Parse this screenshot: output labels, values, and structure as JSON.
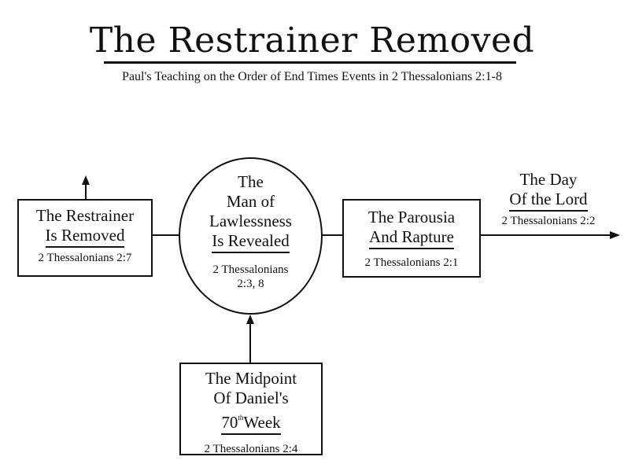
{
  "title": "The Restrainer Removed",
  "subtitle": "Paul's Teaching on the Order of End Times Events in 2 Thessalonians 2:1-8",
  "nodes": {
    "restrainer": {
      "line1": "The Restrainer",
      "line2": "Is Removed",
      "ref": "2 Thessalonians 2:7"
    },
    "man_of_lawlessness": {
      "line1": "The",
      "line2": "Man of",
      "line3": "Lawlessness",
      "line4": "Is Revealed",
      "ref1": "2 Thessalonians",
      "ref2": "2:3, 8"
    },
    "parousia": {
      "line1": "The Parousia",
      "line2": "And Rapture",
      "ref": "2 Thessalonians 2:1"
    },
    "day_of_lord": {
      "line1": "The Day",
      "line2": "Of the Lord",
      "ref": "2 Thessalonians 2:2"
    },
    "midpoint": {
      "line1": "The Midpoint",
      "line2": "Of Daniel's",
      "line3_num": "70",
      "line3_sup": "th",
      "line3_word": "Week",
      "ref": "2 Thessalonians 2:4"
    }
  }
}
